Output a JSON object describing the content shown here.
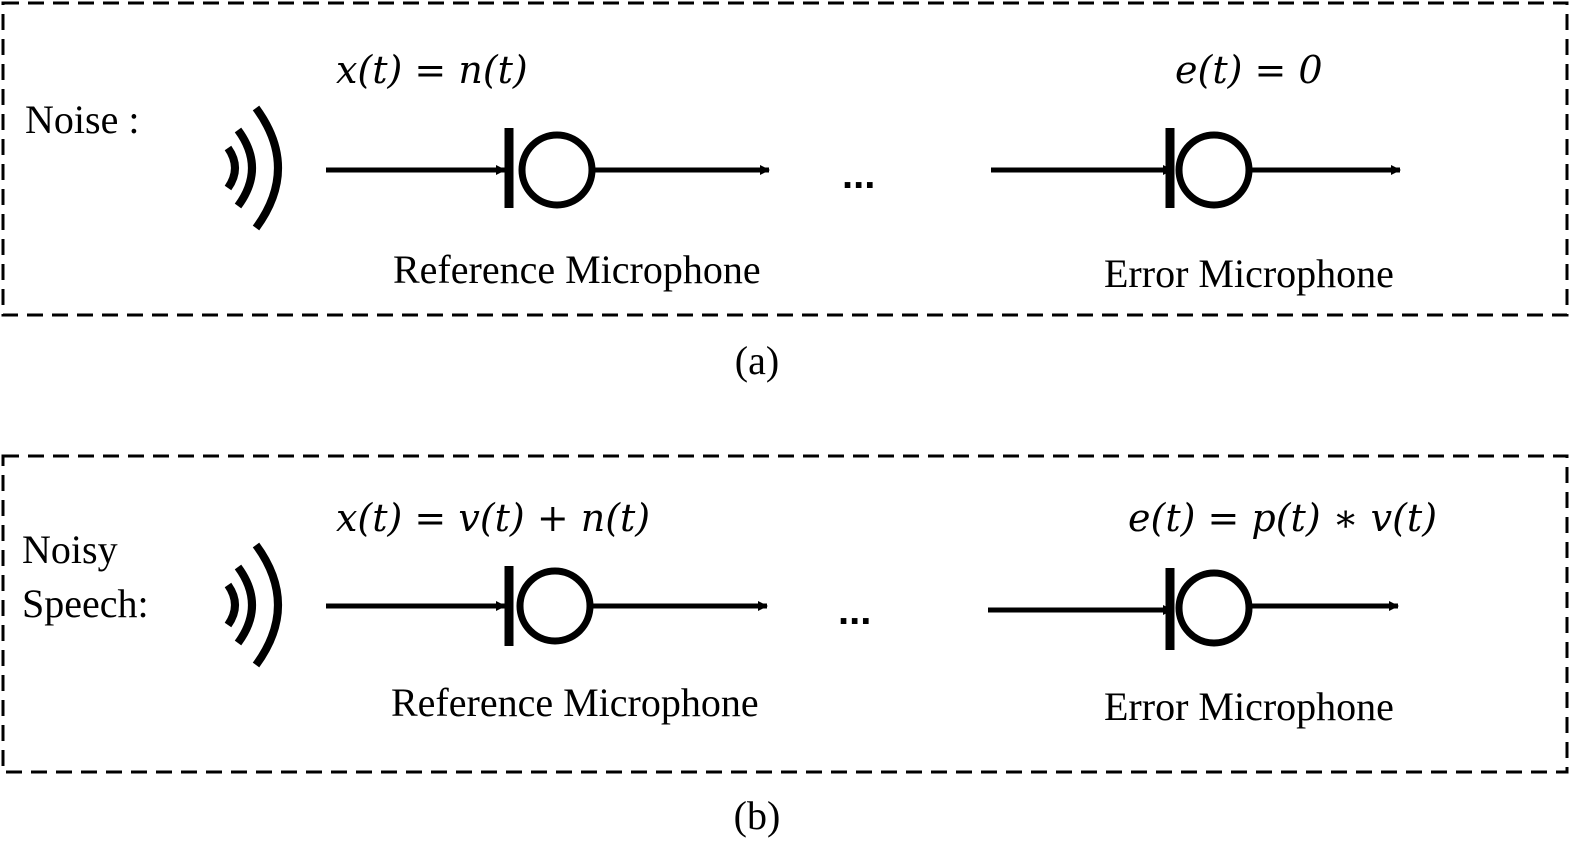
{
  "panels": [
    {
      "id": "a",
      "source_label": [
        "Noise :"
      ],
      "input_equation": "x(t) = n(t)",
      "error_equation": "e(t) = 0",
      "reference_mic_label": "Reference Microphone",
      "error_mic_label": "Error Microphone",
      "ellipsis": "...",
      "caption": "(a)"
    },
    {
      "id": "b",
      "source_label": [
        "Noisy",
        "Speech:"
      ],
      "input_equation": "x(t) = v(t) + n(t)",
      "error_equation": "e(t) = p(t) ∗ v(t)",
      "reference_mic_label": "Reference Microphone",
      "error_mic_label": "Error Microphone",
      "ellipsis": "...",
      "caption": "(b)"
    }
  ],
  "icons": {
    "source": "sound-waves-icon",
    "microphone": "microphone-icon",
    "arrow": "arrow-right-icon"
  },
  "colors": {
    "stroke": "#000000",
    "background": "#ffffff"
  }
}
